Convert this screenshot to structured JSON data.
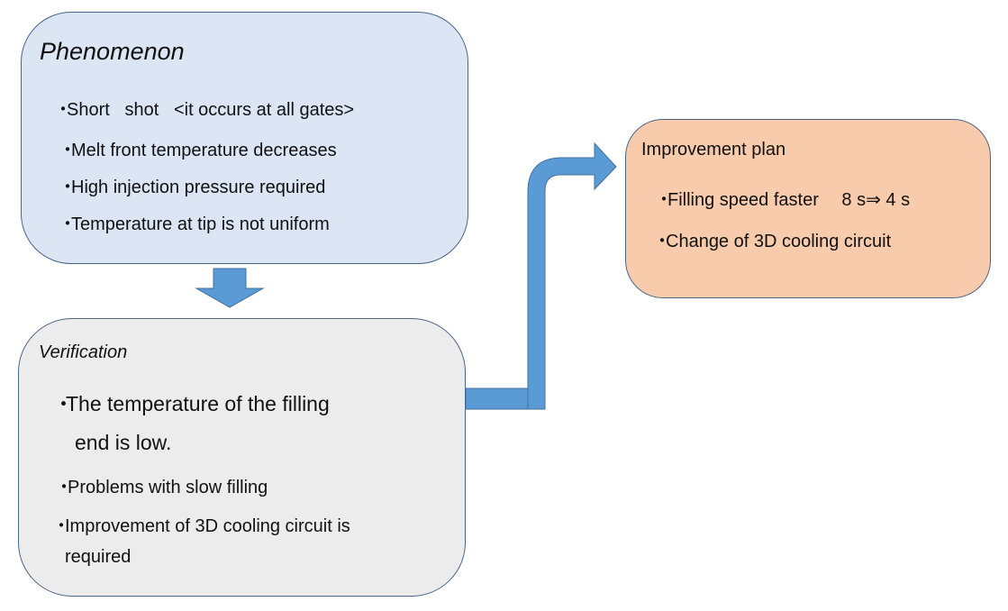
{
  "phenomenon": {
    "title": "Phenomenon",
    "items": [
      "Short   shot   <it occurs at all gates>",
      "Melt front temperature decreases",
      "High injection pressure required",
      "Temperature at tip is not uniform"
    ]
  },
  "verification": {
    "title": "Verification",
    "items": [
      "The temperature of the filling",
      "end is low.",
      "Problems with slow filling",
      "Improvement of 3D cooling circuit is",
      "required"
    ]
  },
  "improvement": {
    "title": "Improvement plan",
    "items": [
      "Filling speed faster　 8 s⇒ 4 s",
      "Change of 3D cooling circuit"
    ]
  },
  "bullet_symbol": "・",
  "colors": {
    "phenomenon_fill": "#dbe5f4",
    "verification_fill": "#ececec",
    "improvement_fill": "#f8cbad",
    "box_border": "#4b6587",
    "arrow_fill": "#5b9bd5",
    "arrow_stroke": "#41719c"
  }
}
